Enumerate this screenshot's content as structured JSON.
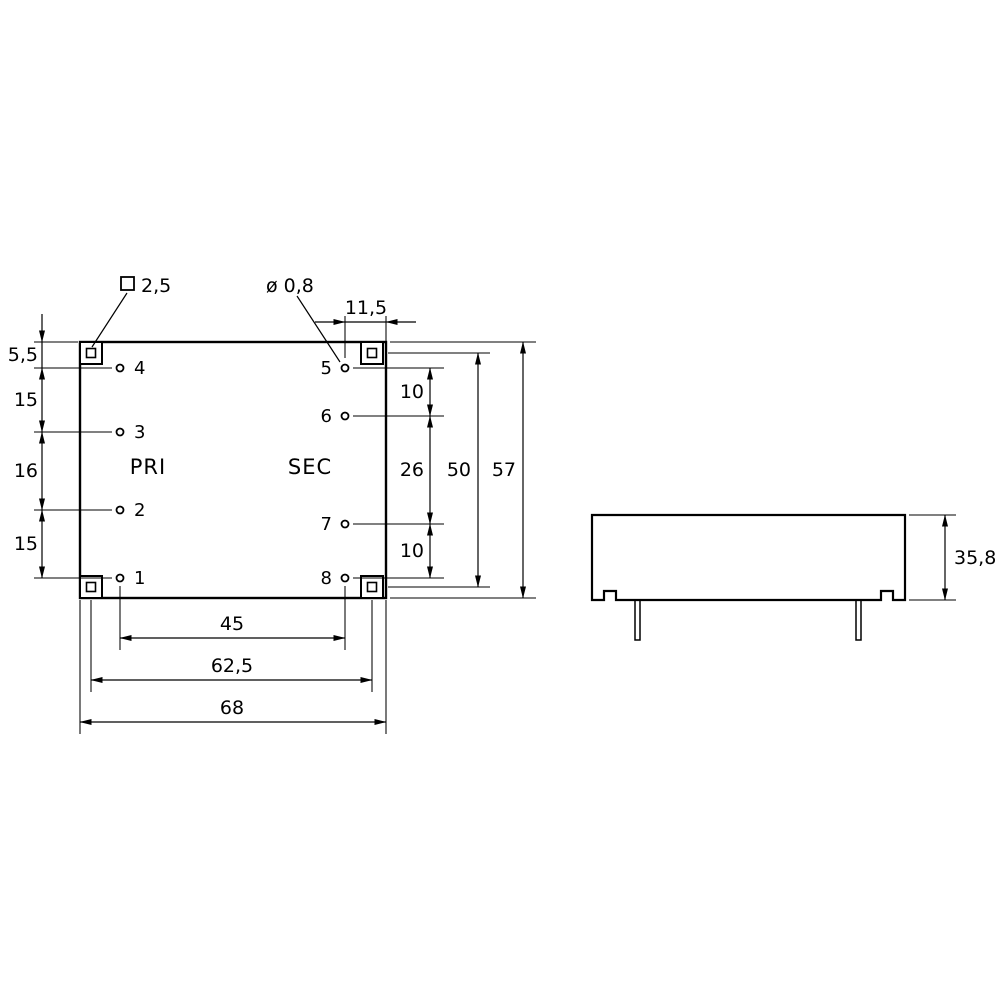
{
  "page": {
    "background": "#ffffff",
    "line_color": "#000000",
    "description": "Technical dimension drawing of a PCB mount transformer, top view and side view"
  },
  "front_view": {
    "primary_label": "PRI",
    "secondary_label": "SEC",
    "left_pins": [
      "4",
      "3",
      "2",
      "1"
    ],
    "right_pins": [
      "5",
      "6",
      "7",
      "8"
    ],
    "callouts": {
      "pad_square_size": "2,5",
      "pin_diameter": "ø 0,8"
    },
    "dimensions": {
      "pin_to_edge_top": "11,5",
      "left_chain": [
        "5,5",
        "15",
        "16",
        "15"
      ],
      "right_chain": [
        "10",
        "26",
        "10"
      ],
      "pad_span_vertical": "50",
      "body_height": "57",
      "pin_span_horizontal": "45",
      "pad_span_horizontal": "62,5",
      "body_width": "68"
    }
  },
  "side_view": {
    "dimensions": {
      "body_height": "35,8"
    }
  }
}
